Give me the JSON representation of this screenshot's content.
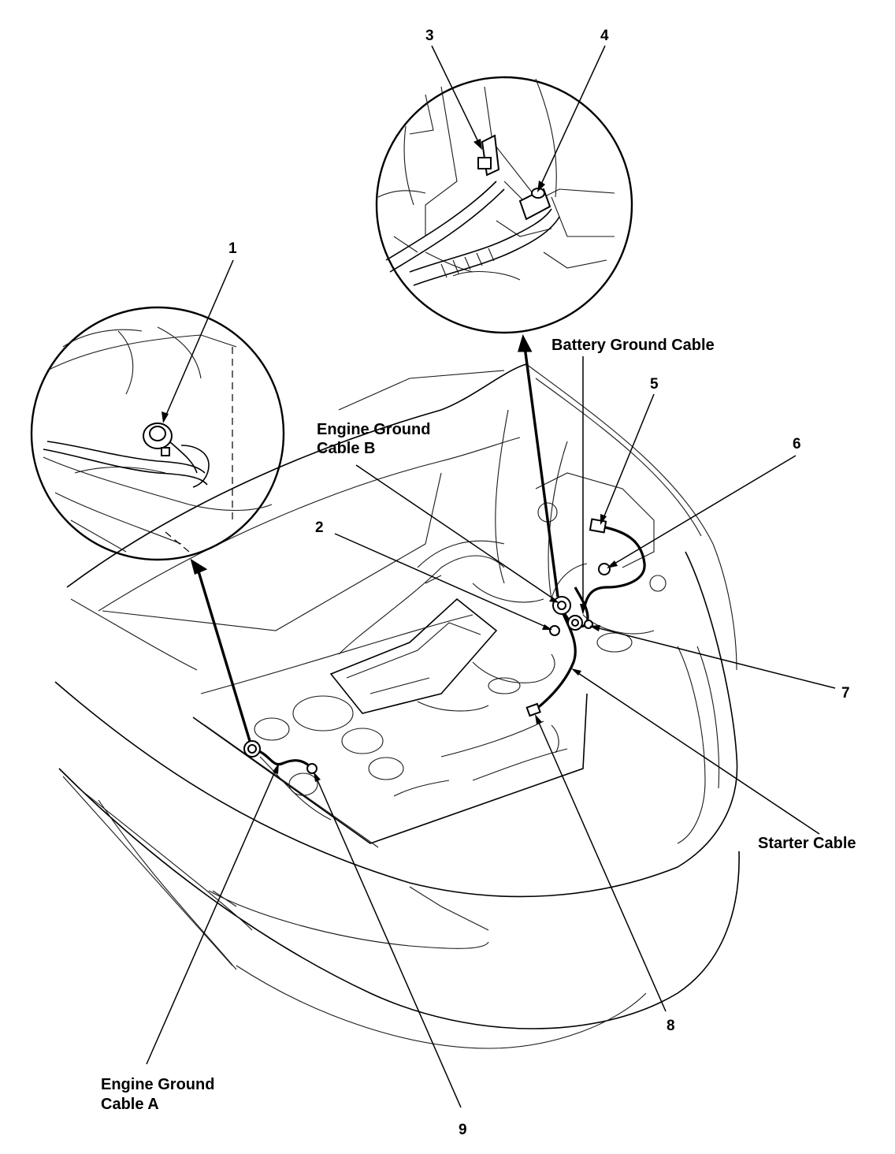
{
  "labels": {
    "n1": "1",
    "n2": "2",
    "n3": "3",
    "n4": "4",
    "n5": "5",
    "n6": "6",
    "n7": "7",
    "n8": "8",
    "n9": "9",
    "battery_ground_cable": "Battery Ground Cable",
    "engine_ground_cable_b_line1": "Engine Ground",
    "engine_ground_cable_b_line2": "Cable B",
    "engine_ground_cable_a_line1": "Engine Ground",
    "engine_ground_cable_a_line2": "Cable A",
    "starter_cable": "Starter Cable"
  }
}
